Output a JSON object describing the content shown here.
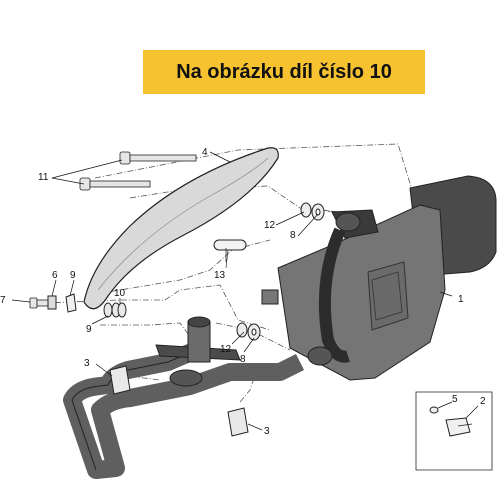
{
  "banner": {
    "text": "Na obrázku díl číslo 10",
    "color": "#f7c230"
  },
  "colors": {
    "muffler": "#6f6f6f",
    "muffler_dark": "#3c3c3c",
    "shield": "#d7d7d7",
    "line": "#222222"
  },
  "callouts": {
    "muffler": "1",
    "clamp": "2",
    "bushing_top": "3",
    "bushing_bottom": "3",
    "heat_shield": "4",
    "washer_small": "5",
    "nut": "6",
    "screw": "7",
    "washer_upper": "8",
    "washer_lower": "8",
    "grommet_left": "9",
    "grommet_right": "9",
    "spring_washer": "10",
    "bolts": "11",
    "bolt_upper": "12",
    "bolt_lower": "12",
    "gasket": "13"
  },
  "icons": [
    "muffler",
    "heat-shield",
    "exhaust-pipe",
    "bolt",
    "washer",
    "gasket",
    "clamp"
  ]
}
